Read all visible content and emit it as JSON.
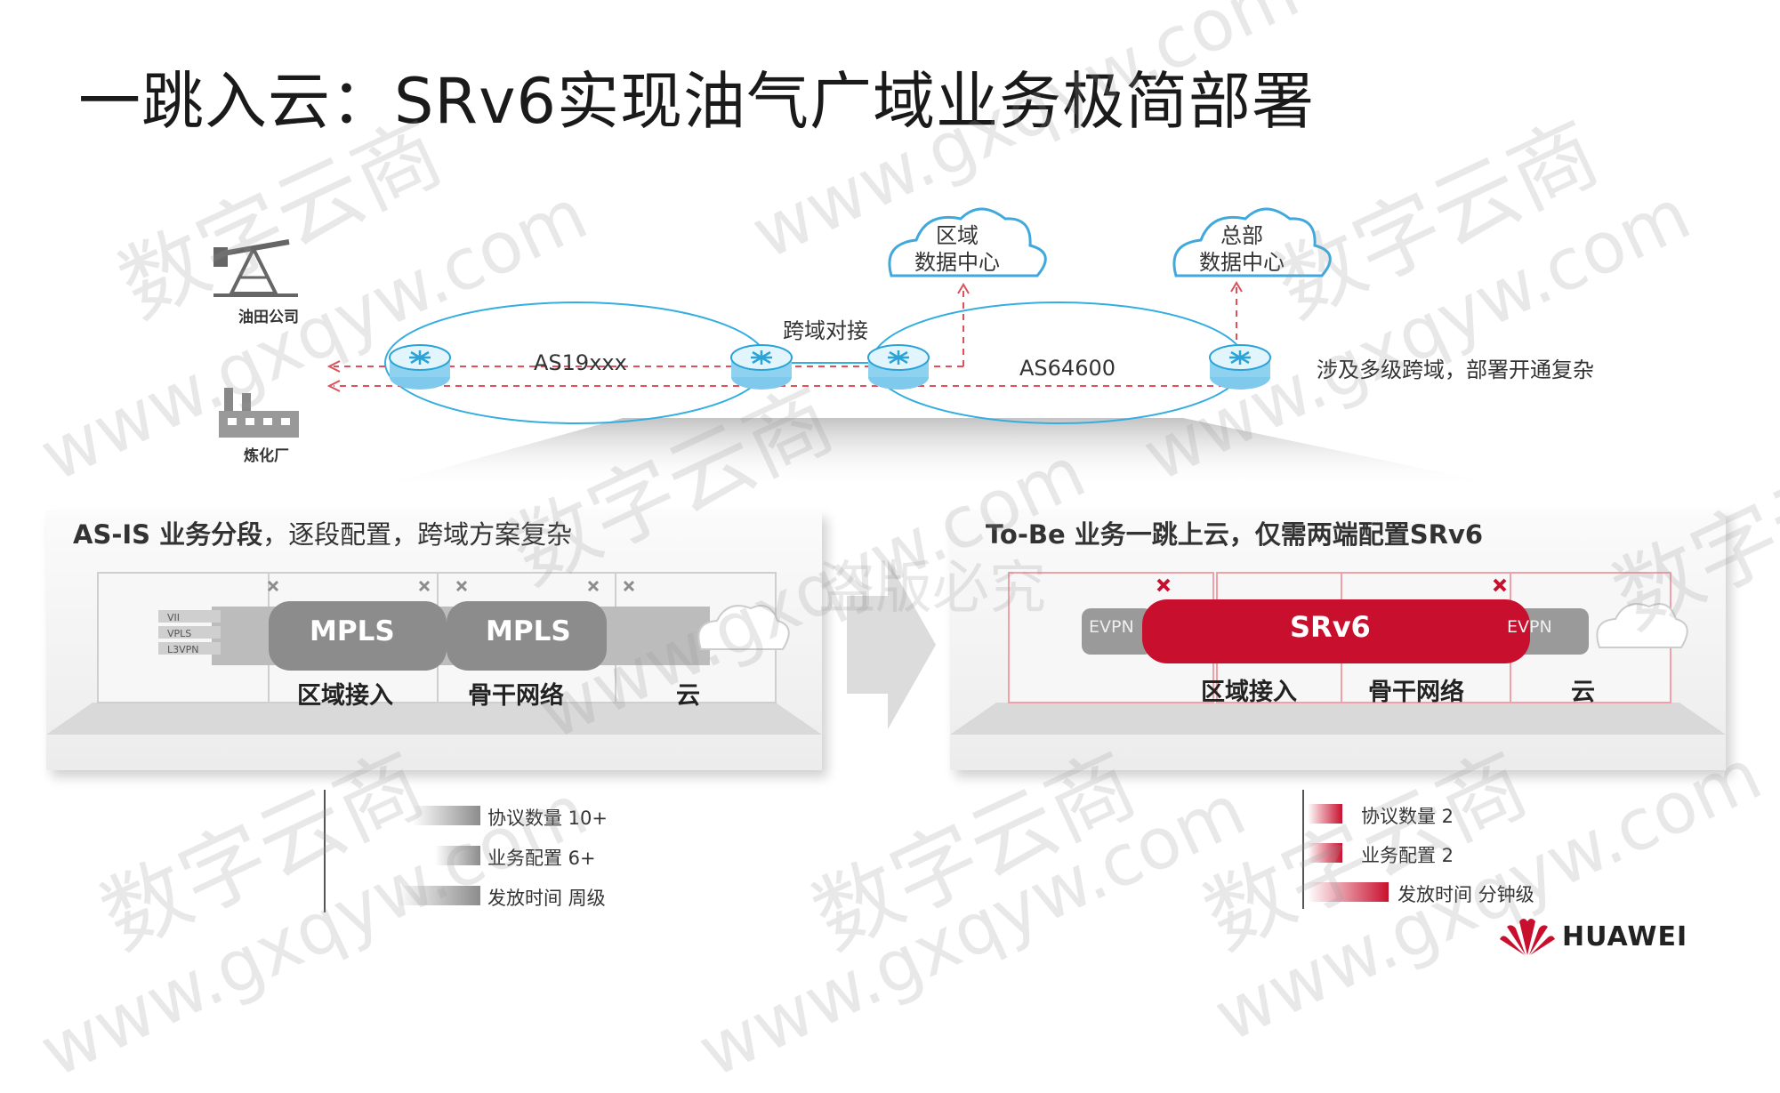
{
  "title": "一跳入云：SRv6实现油气广域业务极简部署",
  "top_diagram": {
    "site_oil_company": "油田公司",
    "site_refinery": "炼化厂",
    "as_left": "AS19xxx",
    "cross_domain": "跨域对接",
    "as_right": "AS64600",
    "regional_dc": "区域\n数据中心",
    "hq_dc": "总部\n数据中心",
    "note": "涉及多级跨域，部署开通复杂"
  },
  "as_is": {
    "title_bold": "AS-IS 业务分段",
    "title_rest": "，逐段配置，跨域方案复杂",
    "stack_labels": [
      "VII",
      "VPLS",
      "L3VPN"
    ],
    "tube1": "MPLS",
    "tube2": "MPLS",
    "segments": [
      "区域接入",
      "骨干网络",
      "云"
    ],
    "stats": [
      {
        "label": "协议数量 10+",
        "level": 0.45
      },
      {
        "label": "业务配置 6+",
        "level": 0.3
      },
      {
        "label": "发放时间 周级",
        "level": 0.55
      }
    ]
  },
  "to_be": {
    "title": "To-Be 业务一跳上云，仅需两端配置SRv6",
    "evpn_left": "EVPN",
    "evpn_right": "EVPN",
    "tube": "SRv6",
    "segments": [
      "区域接入",
      "骨干网络",
      "云"
    ],
    "stats": [
      {
        "label": "协议数量 2",
        "level": 0.15
      },
      {
        "label": "业务配置 2",
        "level": 0.15
      },
      {
        "label": "发放时间 分钟级",
        "level": 0.35
      }
    ]
  },
  "watermarks": [
    "数字云商",
    "www.gxqyw.com",
    "盗版必究"
  ],
  "brand": "HUAWEI",
  "colors": {
    "accent_red": "#c8102e",
    "router_blue": "#2aa3d8",
    "link_red": "#e0505a",
    "tube_gray": "#8c8c8c"
  }
}
